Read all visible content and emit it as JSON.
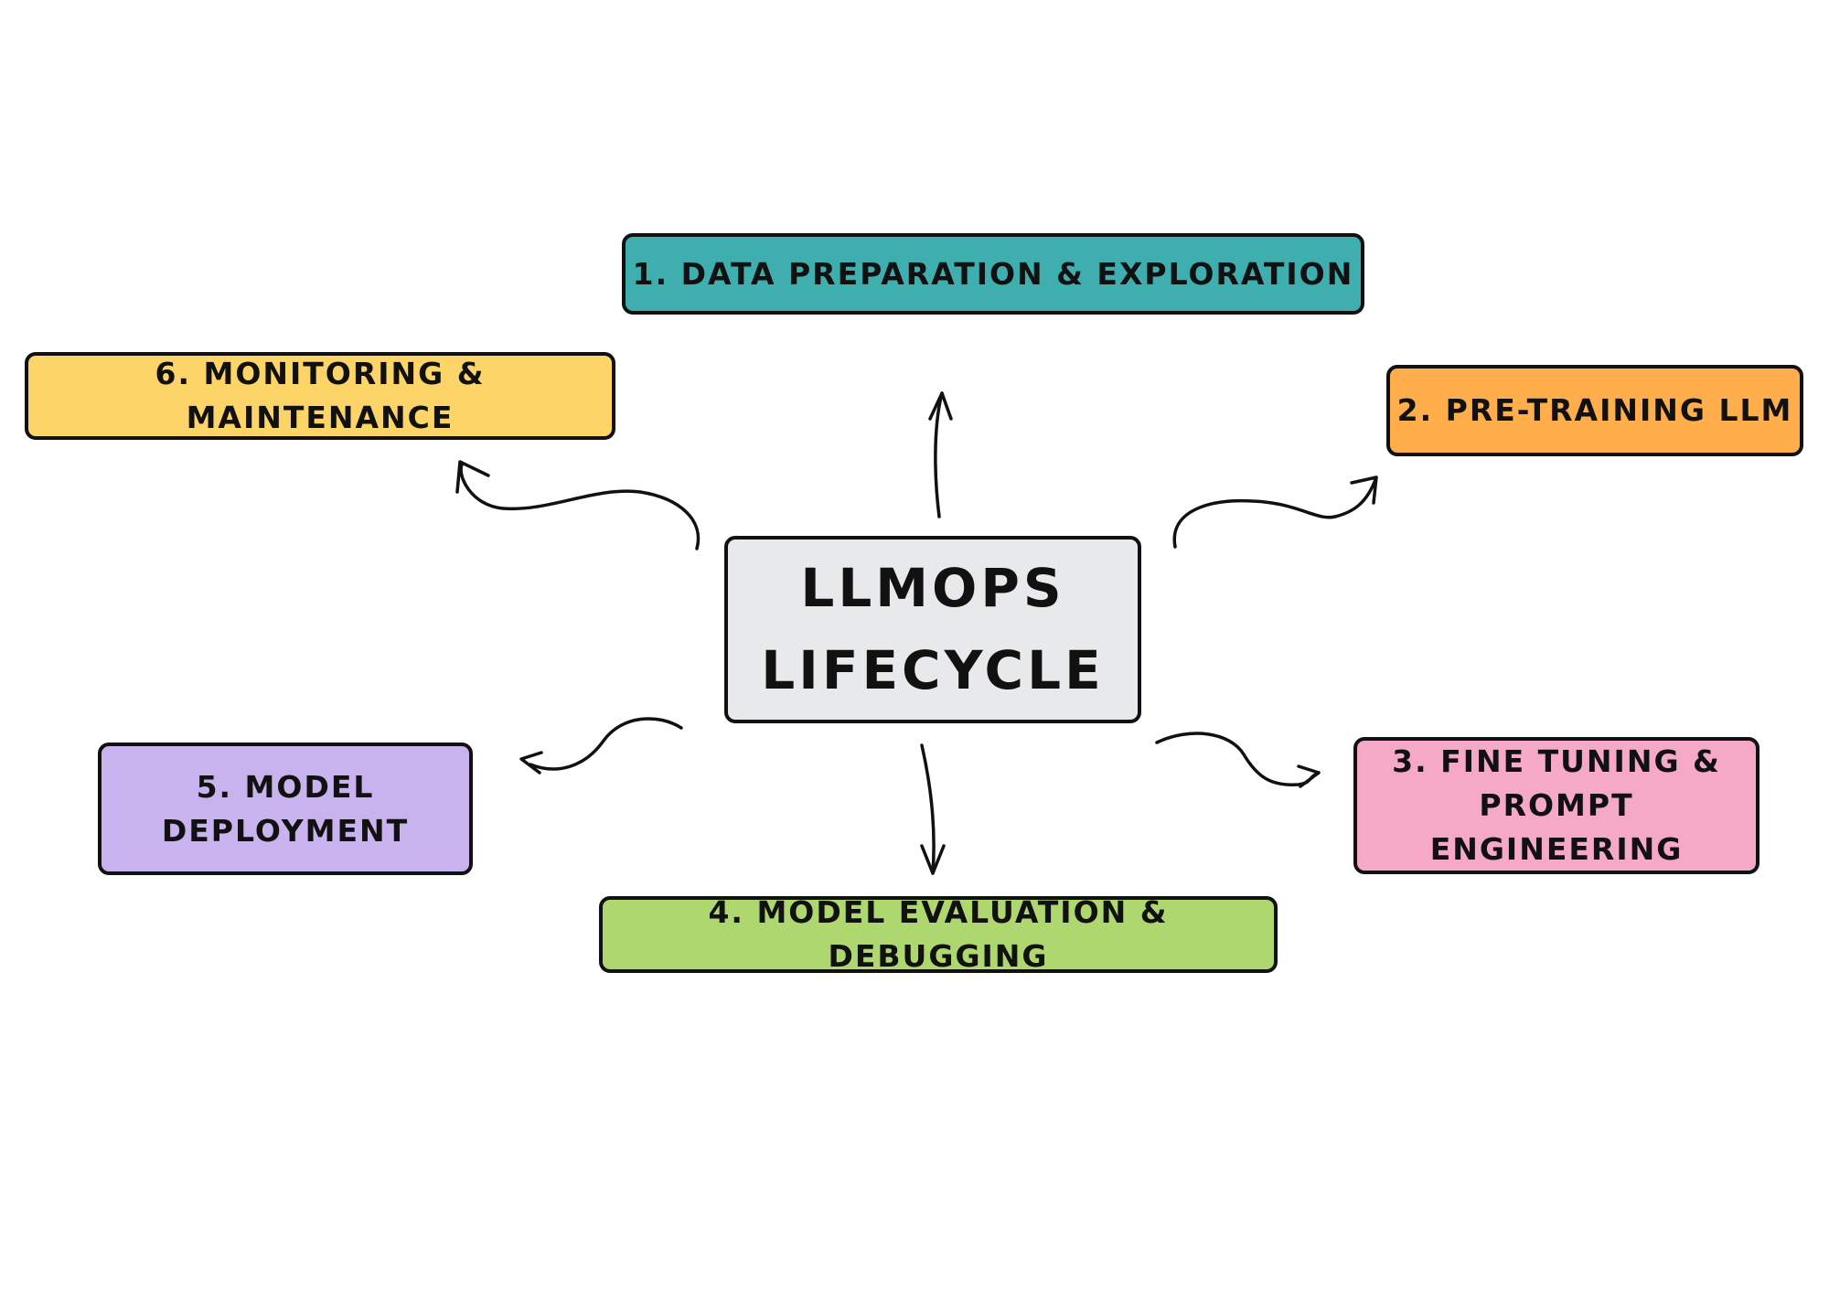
{
  "center": {
    "line1": "LLMOPS",
    "line2": "LIFECYCLE",
    "color": "#E8E9EB"
  },
  "steps": [
    {
      "lines": [
        "1. DATA PREPARATION & EXPLORATION"
      ],
      "color": "#3FAEAF"
    },
    {
      "lines": [
        "2. PRE-TRAINING LLM"
      ],
      "color": "#FFAE4B"
    },
    {
      "lines": [
        "3. FINE TUNING &",
        "PROMPT ENGINEERING"
      ],
      "color": "#F6A8C7"
    },
    {
      "lines": [
        "4. MODEL EVALUATION & DEBUGGING"
      ],
      "color": "#AED86F"
    },
    {
      "lines": [
        "5. MODEL",
        "DEPLOYMENT"
      ],
      "color": "#C8B3EE"
    },
    {
      "lines": [
        "6. MONITORING & MAINTENANCE"
      ],
      "color": "#FCD468"
    }
  ],
  "arrow_color": "#111111"
}
